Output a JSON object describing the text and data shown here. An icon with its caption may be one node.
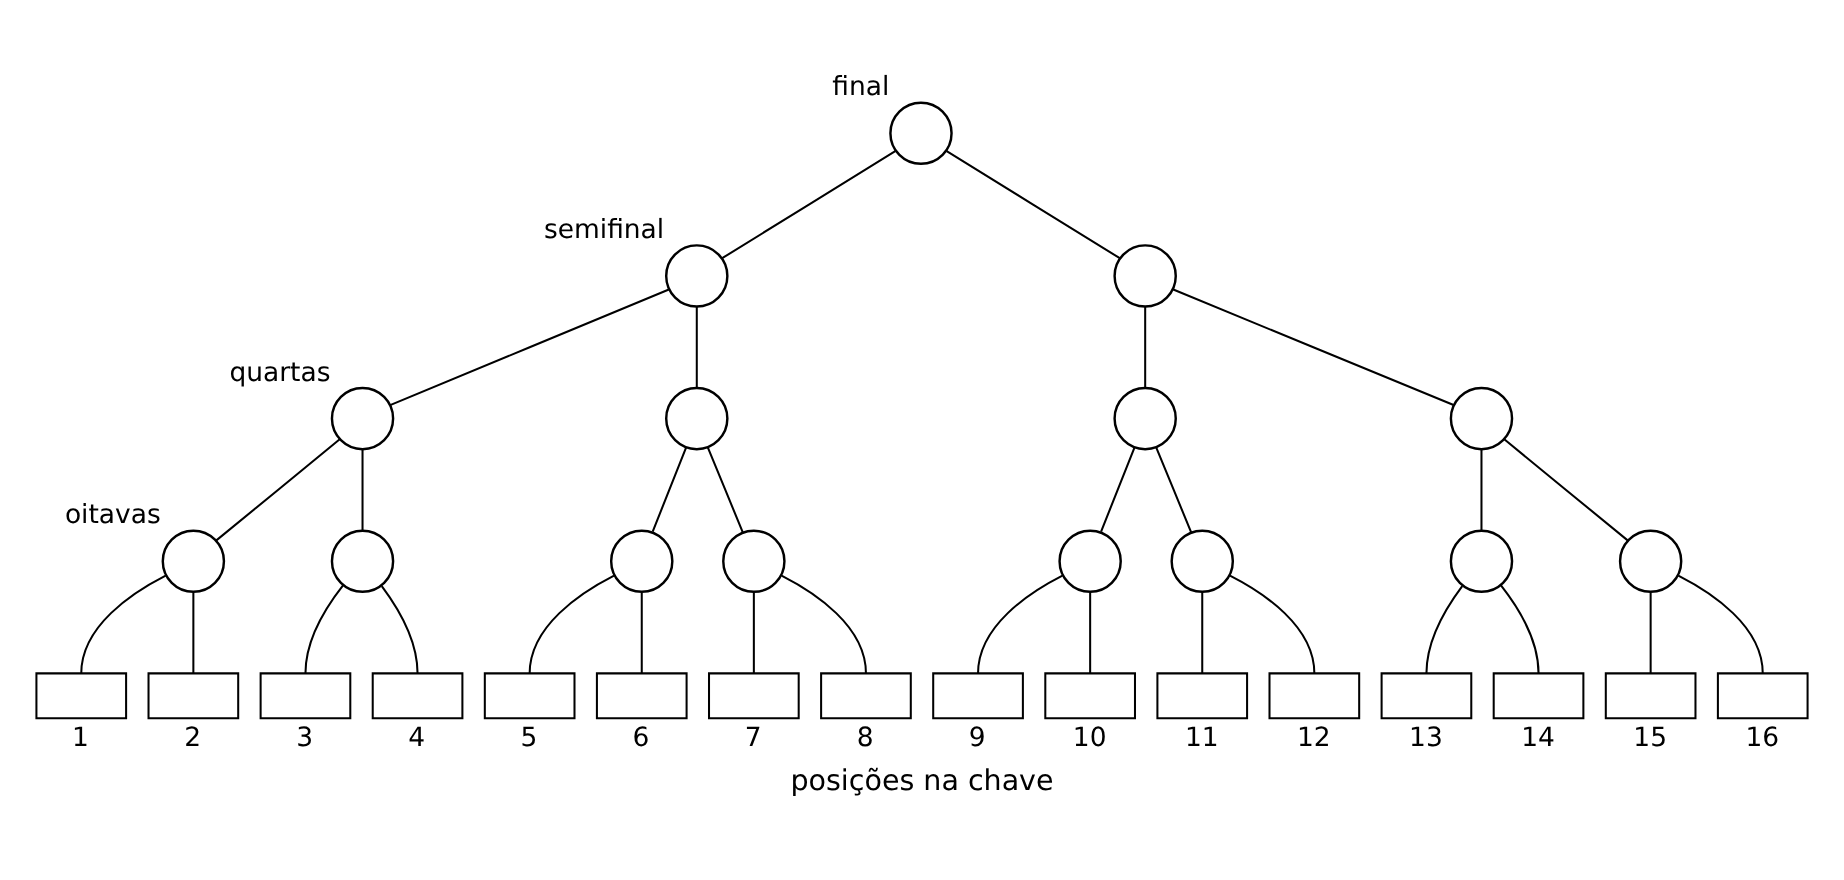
{
  "diagram": {
    "caption": "posições na chave",
    "nodes": [
      {
        "text": [],
        "shape": "circle",
        "beside": [
          "final"
        ]
      },
      {
        "text": [],
        "shape": "circle",
        "beside": [
          "semifinal"
        ]
      },
      {
        "text": [],
        "shape": "circle"
      },
      {
        "text": [],
        "shape": "circle",
        "beside": [
          "quartas"
        ]
      },
      {
        "text": [],
        "shape": "circle"
      },
      {
        "text": [],
        "shape": "circle"
      },
      {
        "text": [],
        "shape": "circle"
      },
      {
        "text": [],
        "shape": "circle",
        "beside": [
          "oitavas"
        ]
      },
      {
        "text": [],
        "shape": "circle"
      },
      {
        "text": [],
        "shape": "circle"
      },
      {
        "text": [],
        "shape": "circle"
      },
      {
        "text": [],
        "shape": "circle"
      },
      {
        "text": [],
        "shape": "circle"
      },
      {
        "text": [],
        "shape": "circle"
      },
      {
        "text": [],
        "shape": "circle"
      },
      {
        "text": [],
        "shape": "box",
        "beside": [
          "1"
        ]
      },
      {
        "text": [],
        "shape": "box",
        "beside": [
          "2"
        ]
      },
      {
        "text": [],
        "shape": "box",
        "beside": [
          "3"
        ]
      },
      {
        "text": [],
        "shape": "box",
        "beside": [
          "4"
        ]
      },
      {
        "text": [],
        "shape": "box",
        "beside": [
          "5"
        ]
      },
      {
        "text": [],
        "shape": "box",
        "beside": [
          "6"
        ]
      },
      {
        "text": [],
        "shape": "box",
        "beside": [
          "7"
        ]
      },
      {
        "text": [],
        "shape": "box",
        "beside": [
          "8"
        ]
      },
      {
        "text": [],
        "shape": "box",
        "beside": [
          "9"
        ]
      },
      {
        "text": [],
        "shape": "box",
        "beside": [
          "10"
        ]
      },
      {
        "text": [],
        "shape": "box",
        "beside": [
          "11"
        ]
      },
      {
        "text": [],
        "shape": "box",
        "beside": [
          "12"
        ]
      },
      {
        "text": [],
        "shape": "box",
        "beside": [
          "13"
        ]
      },
      {
        "text": [],
        "shape": "box",
        "beside": [
          "14"
        ]
      },
      {
        "text": [],
        "shape": "box",
        "beside": [
          "15"
        ]
      },
      {
        "text": [],
        "shape": "box",
        "beside": [
          "16"
        ]
      }
    ],
    "edges": [
      {
        "from": 0,
        "to": 1,
        "arrow": "none"
      },
      {
        "from": 0,
        "to": 2,
        "arrow": "none"
      },
      {
        "from": 1,
        "to": 3,
        "arrow": "none"
      },
      {
        "from": 1,
        "to": 4,
        "arrow": "none"
      },
      {
        "from": 2,
        "to": 5,
        "arrow": "none"
      },
      {
        "from": 2,
        "to": 6,
        "arrow": "none"
      },
      {
        "from": 3,
        "to": 7,
        "arrow": "none"
      },
      {
        "from": 3,
        "to": 8,
        "arrow": "none"
      },
      {
        "from": 4,
        "to": 9,
        "arrow": "none"
      },
      {
        "from": 4,
        "to": 10,
        "arrow": "none"
      },
      {
        "from": 5,
        "to": 11,
        "arrow": "none"
      },
      {
        "from": 5,
        "to": 12,
        "arrow": "none"
      },
      {
        "from": 6,
        "to": 13,
        "arrow": "none"
      },
      {
        "from": 6,
        "to": 14,
        "arrow": "none"
      },
      {
        "from": 7,
        "to": 15,
        "arrow": "none"
      },
      {
        "from": 7,
        "to": 16,
        "arrow": "none"
      },
      {
        "from": 8,
        "to": 17,
        "arrow": "none"
      },
      {
        "from": 8,
        "to": 18,
        "arrow": "none"
      },
      {
        "from": 9,
        "to": 19,
        "arrow": "none"
      },
      {
        "from": 9,
        "to": 20,
        "arrow": "none"
      },
      {
        "from": 10,
        "to": 21,
        "arrow": "none"
      },
      {
        "from": 10,
        "to": 22,
        "arrow": "none"
      },
      {
        "from": 11,
        "to": 23,
        "arrow": "none"
      },
      {
        "from": 11,
        "to": 24,
        "arrow": "none"
      },
      {
        "from": 12,
        "to": 25,
        "arrow": "none"
      },
      {
        "from": 12,
        "to": 26,
        "arrow": "none"
      },
      {
        "from": 13,
        "to": 27,
        "arrow": "none"
      },
      {
        "from": 13,
        "to": 28,
        "arrow": "none"
      },
      {
        "from": 14,
        "to": 29,
        "arrow": "none"
      },
      {
        "from": 14,
        "to": 30,
        "arrow": "none"
      }
    ]
  }
}
